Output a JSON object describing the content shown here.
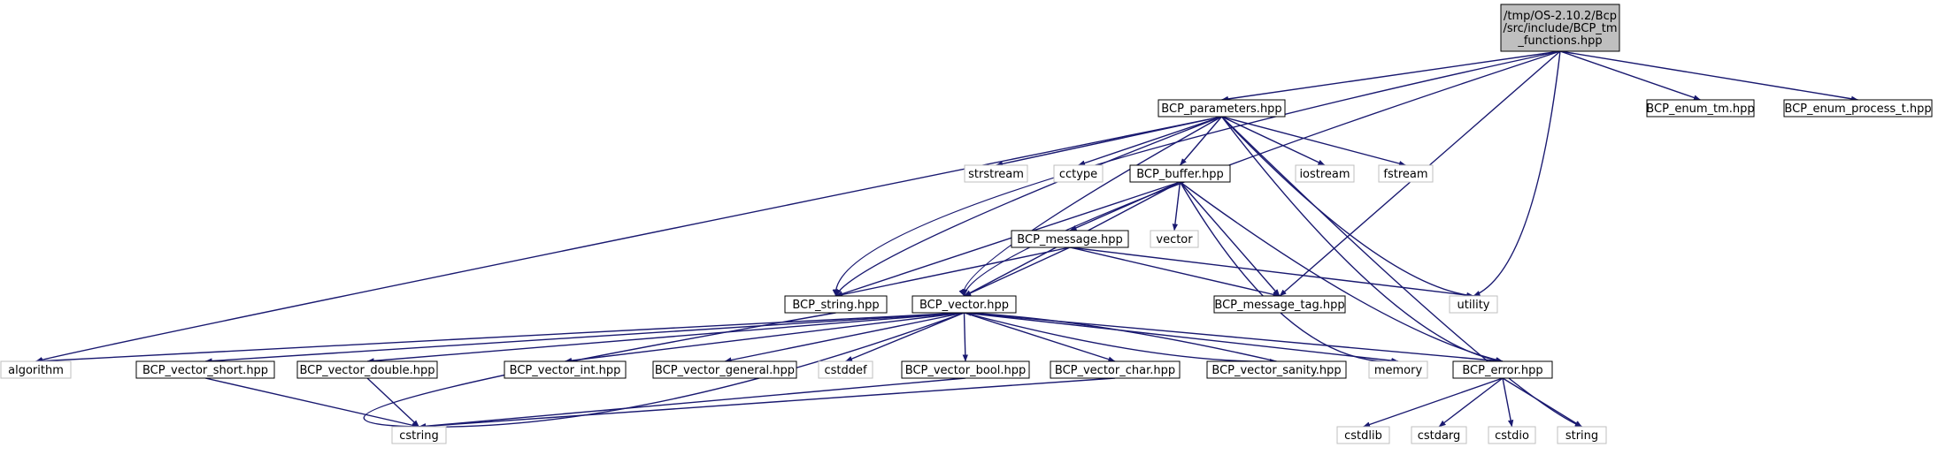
{
  "colors": {
    "edge": "#191970",
    "node_border": "#000000",
    "external_border": "#bfbfbf",
    "root_fill": "#bfbfbf",
    "node_fill": "#ffffff"
  },
  "nodes": [
    {
      "id": "root",
      "lines": [
        "/tmp/OS-2.10.2/Bcp",
        "/src/include/BCP_tm",
        "_functions.hpp"
      ],
      "kind": "root"
    },
    {
      "id": "params",
      "lines": [
        "BCP_parameters.hpp"
      ],
      "kind": "header"
    },
    {
      "id": "enum_tm",
      "lines": [
        "BCP_enum_tm.hpp"
      ],
      "kind": "header"
    },
    {
      "id": "enum_pt",
      "lines": [
        "BCP_enum_process_t.hpp"
      ],
      "kind": "header"
    },
    {
      "id": "strstream",
      "lines": [
        "strstream"
      ],
      "kind": "system"
    },
    {
      "id": "cctype",
      "lines": [
        "cctype"
      ],
      "kind": "system"
    },
    {
      "id": "buffer",
      "lines": [
        "BCP_buffer.hpp"
      ],
      "kind": "header"
    },
    {
      "id": "iostream",
      "lines": [
        "iostream"
      ],
      "kind": "system"
    },
    {
      "id": "fstream",
      "lines": [
        "fstream"
      ],
      "kind": "system"
    },
    {
      "id": "message",
      "lines": [
        "BCP_message.hpp"
      ],
      "kind": "header"
    },
    {
      "id": "vector",
      "lines": [
        "vector"
      ],
      "kind": "system"
    },
    {
      "id": "string_h",
      "lines": [
        "BCP_string.hpp"
      ],
      "kind": "header"
    },
    {
      "id": "vec",
      "lines": [
        "BCP_vector.hpp"
      ],
      "kind": "header"
    },
    {
      "id": "msgtag",
      "lines": [
        "BCP_message_tag.hpp"
      ],
      "kind": "header"
    },
    {
      "id": "utility",
      "lines": [
        "utility"
      ],
      "kind": "system"
    },
    {
      "id": "algorithm",
      "lines": [
        "algorithm"
      ],
      "kind": "system"
    },
    {
      "id": "vshort",
      "lines": [
        "BCP_vector_short.hpp"
      ],
      "kind": "header"
    },
    {
      "id": "vdouble",
      "lines": [
        "BCP_vector_double.hpp"
      ],
      "kind": "header"
    },
    {
      "id": "vint",
      "lines": [
        "BCP_vector_int.hpp"
      ],
      "kind": "header"
    },
    {
      "id": "vgeneral",
      "lines": [
        "BCP_vector_general.hpp"
      ],
      "kind": "header"
    },
    {
      "id": "cstddef",
      "lines": [
        "cstddef"
      ],
      "kind": "system"
    },
    {
      "id": "vbool",
      "lines": [
        "BCP_vector_bool.hpp"
      ],
      "kind": "header"
    },
    {
      "id": "vchar",
      "lines": [
        "BCP_vector_char.hpp"
      ],
      "kind": "header"
    },
    {
      "id": "vsanity",
      "lines": [
        "BCP_vector_sanity.hpp"
      ],
      "kind": "header"
    },
    {
      "id": "memory",
      "lines": [
        "memory"
      ],
      "kind": "system"
    },
    {
      "id": "error",
      "lines": [
        "BCP_error.hpp"
      ],
      "kind": "header"
    },
    {
      "id": "cstring",
      "lines": [
        "cstring"
      ],
      "kind": "system"
    },
    {
      "id": "cstdlib",
      "lines": [
        "cstdlib"
      ],
      "kind": "system"
    },
    {
      "id": "cstdarg",
      "lines": [
        "cstdarg"
      ],
      "kind": "system"
    },
    {
      "id": "cstdio",
      "lines": [
        "cstdio"
      ],
      "kind": "system"
    },
    {
      "id": "string",
      "lines": [
        "string"
      ],
      "kind": "system"
    }
  ],
  "edges": [
    [
      "root",
      "params"
    ],
    [
      "root",
      "enum_tm"
    ],
    [
      "root",
      "enum_pt"
    ],
    [
      "root",
      "string_h"
    ],
    [
      "root",
      "vec"
    ],
    [
      "root",
      "msgtag"
    ],
    [
      "root",
      "utility"
    ],
    [
      "params",
      "strstream"
    ],
    [
      "params",
      "cctype"
    ],
    [
      "params",
      "buffer"
    ],
    [
      "params",
      "iostream"
    ],
    [
      "params",
      "fstream"
    ],
    [
      "params",
      "string_h"
    ],
    [
      "params",
      "vec"
    ],
    [
      "params",
      "utility"
    ],
    [
      "params",
      "algorithm"
    ],
    [
      "params",
      "error"
    ],
    [
      "params",
      "string"
    ],
    [
      "buffer",
      "message"
    ],
    [
      "buffer",
      "vector"
    ],
    [
      "buffer",
      "string_h"
    ],
    [
      "buffer",
      "vec"
    ],
    [
      "buffer",
      "msgtag"
    ],
    [
      "buffer",
      "memory"
    ],
    [
      "buffer",
      "error"
    ],
    [
      "message",
      "string_h"
    ],
    [
      "message",
      "vec"
    ],
    [
      "message",
      "msgtag"
    ],
    [
      "message",
      "utility"
    ],
    [
      "string_h",
      "cstring"
    ],
    [
      "vec",
      "algorithm"
    ],
    [
      "vec",
      "vshort"
    ],
    [
      "vec",
      "vdouble"
    ],
    [
      "vec",
      "vint"
    ],
    [
      "vec",
      "vgeneral"
    ],
    [
      "vec",
      "cstddef"
    ],
    [
      "vec",
      "vbool"
    ],
    [
      "vec",
      "vchar"
    ],
    [
      "vec",
      "vsanity"
    ],
    [
      "vec",
      "memory"
    ],
    [
      "vec",
      "error"
    ],
    [
      "vec",
      "cstring"
    ],
    [
      "vsanity",
      "vec"
    ],
    [
      "vshort",
      "cstring"
    ],
    [
      "vdouble",
      "cstring"
    ],
    [
      "vbool",
      "cstring"
    ],
    [
      "vchar",
      "cstring"
    ],
    [
      "error",
      "cstdlib"
    ],
    [
      "error",
      "cstdarg"
    ],
    [
      "error",
      "cstdio"
    ],
    [
      "error",
      "string"
    ]
  ]
}
